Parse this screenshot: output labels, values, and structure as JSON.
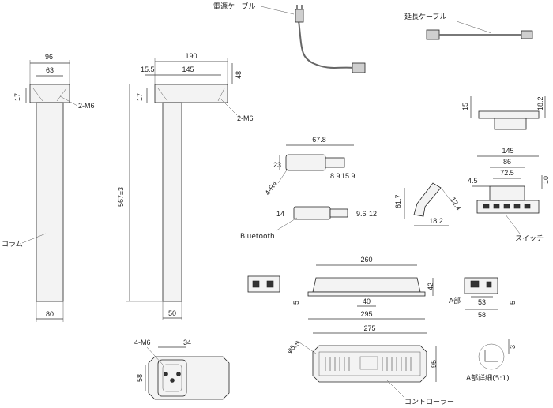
{
  "labels": {
    "power_cable": "電源ケーブル",
    "extension_cable": "延長ケーブル",
    "column": "コラム",
    "bluetooth": "Bluetooth",
    "switch": "スイッチ",
    "controller": "コントローラー",
    "detail_a_scale": "A部詳細(5:1)",
    "part_a": "A部"
  },
  "dims": {
    "col_front_width_top": "96",
    "col_front_width_inner": "63",
    "col_front_17": "17",
    "col_front_thread": "2-M6",
    "col_front_bottom": "80",
    "col_side_width_top": "190",
    "col_side_155": "15.5",
    "col_side_145": "145",
    "col_side_48": "48",
    "col_side_17": "17",
    "col_side_thread": "2-M6",
    "col_side_height": "567±3",
    "col_side_bottom": "50",
    "bt_width": "67.8",
    "bt_height": "23",
    "bt_radius": "4-R4",
    "bt_89": "8.9",
    "bt_159": "15.9",
    "bt_14": "14",
    "bt_96": "9.6",
    "bt_12": "12",
    "sw_15": "15",
    "sw_182": "18.2",
    "sw_145": "145",
    "sw_86": "86",
    "sw_725": "72.5",
    "sw_45": "4.5",
    "sw_10": "10",
    "sw_617": "61.7",
    "sw_124": "12.4",
    "sw_182b": "18.2",
    "ctrl_260": "260",
    "ctrl_42": "42",
    "ctrl_5a": "5",
    "ctrl_40": "40",
    "ctrl_295": "295",
    "ctrl_53": "53",
    "ctrl_58": "58",
    "ctrl_5b": "5",
    "ctrl_275": "275",
    "ctrl_phi": "φ5.5",
    "ctrl_95": "95",
    "detail_3": "3",
    "base_thread": "4-M6",
    "base_34": "34",
    "base_58": "58"
  }
}
